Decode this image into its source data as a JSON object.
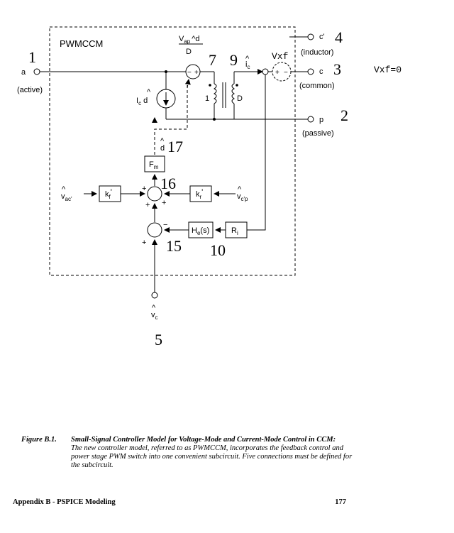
{
  "diagram": {
    "subcircuit_name": "PWMCCM",
    "node_numbers": {
      "n1": "1",
      "n2": "2",
      "n3": "3",
      "n4": "4",
      "n5": "5",
      "n7": "7",
      "n9": "9",
      "n10": "10",
      "n15": "15",
      "n16": "16",
      "n17": "17"
    },
    "terminals": {
      "a": "a",
      "a_desc": "(active)",
      "c": "c",
      "c_desc": "(common)",
      "cp": "c'",
      "cp_desc": "(inductor)",
      "p": "p",
      "p_desc": "(passive)",
      "vc": "v",
      "vc_sub": "c"
    },
    "source_label": "Vxf",
    "source_value": "Vxf=0",
    "voltage_source": {
      "num": "V",
      "num_sub": "ap",
      "num_d": "d",
      "den": "D"
    },
    "current_source": {
      "main": "I",
      "sub": "c",
      "d": "d"
    },
    "transformer": {
      "left_ratio": "1",
      "right_ratio": "D"
    },
    "ic_label": {
      "main": "i",
      "sub": "c"
    },
    "d_hat_label": "d",
    "blocks": {
      "Fm": {
        "main": "F",
        "sub": "m"
      },
      "kf": {
        "main": "k",
        "sub": "f"
      },
      "kr": {
        "main": "k",
        "sub": "r"
      },
      "He": {
        "main": "H",
        "sub": "e",
        "tail": "(s)"
      },
      "Ri": {
        "main": "R",
        "sub": "i"
      }
    },
    "inputs": {
      "vac": {
        "main": "v",
        "sub": "ac'"
      },
      "vcp": {
        "main": "v",
        "sub": "c'p"
      }
    },
    "signs": {
      "plus": "+",
      "minus": "−"
    }
  },
  "caption": {
    "label": "Figure B.1.",
    "title": "Small-Signal Controller Model for Voltage-Mode and Current-Mode Control in CCM:",
    "body": "The new controller model, referred to as PWMCCM, incorporates the feedback control and power stage PWM switch into one convenient subcircuit. Five connections must be defined for the subcircuit."
  },
  "footer": {
    "section": "Appendix B - PSPICE Modeling",
    "page": "177"
  }
}
